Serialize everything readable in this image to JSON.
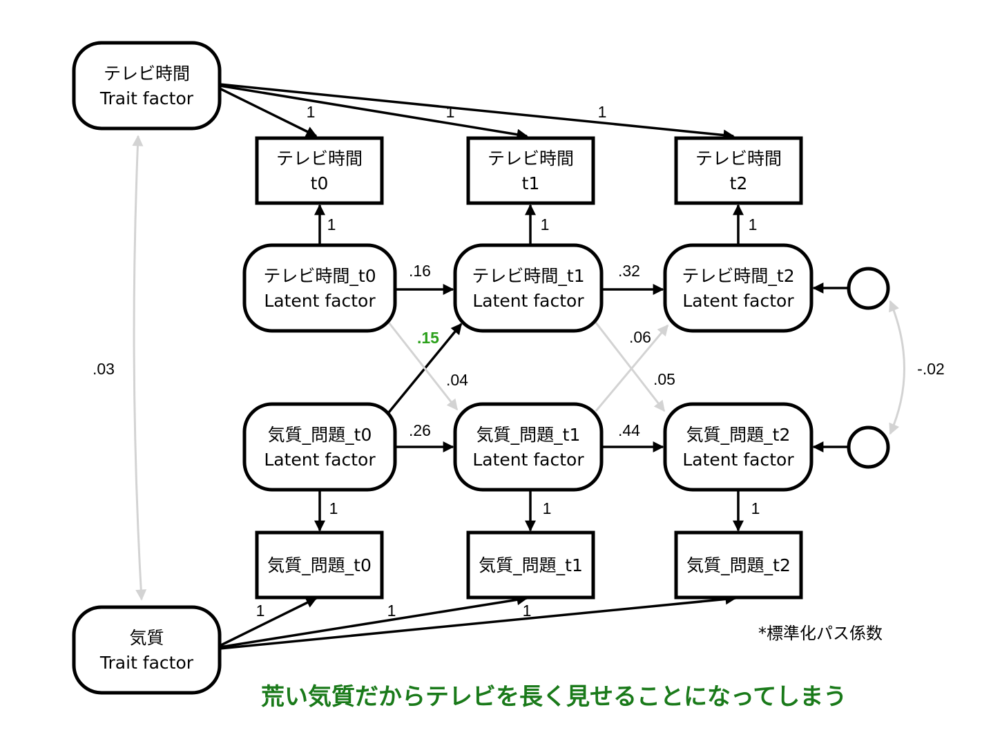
{
  "colors": {
    "edge_main": "#000000",
    "edge_faint": "#d3d3d3",
    "highlight_label": "#2aa01a",
    "caption": "#1a7a1a"
  },
  "nodes": {
    "tv_trait": {
      "lines": [
        "テレビ時間",
        "Trait factor"
      ],
      "shape": "rounded"
    },
    "temp_trait": {
      "lines": [
        "気質",
        "Trait factor"
      ],
      "shape": "rounded"
    },
    "tv_obs_t0": {
      "lines": [
        "テレビ時間",
        "t0"
      ],
      "shape": "rect"
    },
    "tv_obs_t1": {
      "lines": [
        "テレビ時間",
        "t1"
      ],
      "shape": "rect"
    },
    "tv_obs_t2": {
      "lines": [
        "テレビ時間",
        "t2"
      ],
      "shape": "rect"
    },
    "tv_lat_t0": {
      "lines": [
        "テレビ時間_t0",
        "Latent factor"
      ],
      "shape": "rounded"
    },
    "tv_lat_t1": {
      "lines": [
        "テレビ時間_t1",
        "Latent factor"
      ],
      "shape": "rounded"
    },
    "tv_lat_t2": {
      "lines": [
        "テレビ時間_t2",
        "Latent factor"
      ],
      "shape": "rounded"
    },
    "temp_lat_t0": {
      "lines": [
        "気質_問題_t0",
        "Latent factor"
      ],
      "shape": "rounded"
    },
    "temp_lat_t1": {
      "lines": [
        "気質_問題_t1",
        "Latent factor"
      ],
      "shape": "rounded"
    },
    "temp_lat_t2": {
      "lines": [
        "気質_問題_t2",
        "Latent factor"
      ],
      "shape": "rounded"
    },
    "temp_obs_t0": {
      "lines": [
        "気質_問題_t0"
      ],
      "shape": "rect"
    },
    "temp_obs_t1": {
      "lines": [
        "気質_問題_t1"
      ],
      "shape": "rect"
    },
    "temp_obs_t2": {
      "lines": [
        "気質_問題_t2"
      ],
      "shape": "rect"
    },
    "err_tv_t2": {
      "lines": [],
      "shape": "circle"
    },
    "err_temp_t2": {
      "lines": [],
      "shape": "circle"
    }
  },
  "edges": [
    {
      "from": "tv_trait",
      "to": "tv_obs_t0",
      "label": "1",
      "style": "main"
    },
    {
      "from": "tv_trait",
      "to": "tv_obs_t1",
      "label": "1",
      "style": "main"
    },
    {
      "from": "tv_trait",
      "to": "tv_obs_t2",
      "label": "1",
      "style": "main"
    },
    {
      "from": "tv_lat_t0",
      "to": "tv_obs_t0",
      "label": "1",
      "style": "main"
    },
    {
      "from": "tv_lat_t1",
      "to": "tv_obs_t1",
      "label": "1",
      "style": "main"
    },
    {
      "from": "tv_lat_t2",
      "to": "tv_obs_t2",
      "label": "1",
      "style": "main"
    },
    {
      "from": "tv_lat_t0",
      "to": "tv_lat_t1",
      "label": ".16",
      "style": "main"
    },
    {
      "from": "tv_lat_t1",
      "to": "tv_lat_t2",
      "label": ".32",
      "style": "main"
    },
    {
      "from": "temp_lat_t0",
      "to": "temp_lat_t1",
      "label": ".26",
      "style": "main"
    },
    {
      "from": "temp_lat_t1",
      "to": "temp_lat_t2",
      "label": ".44",
      "style": "main"
    },
    {
      "from": "temp_lat_t0",
      "to": "tv_lat_t1",
      "label": ".15",
      "style": "main",
      "highlight": true
    },
    {
      "from": "tv_lat_t0",
      "to": "temp_lat_t1",
      "label": ".04",
      "style": "faint"
    },
    {
      "from": "temp_lat_t1",
      "to": "tv_lat_t2",
      "label": ".06",
      "style": "faint"
    },
    {
      "from": "tv_lat_t1",
      "to": "temp_lat_t2",
      "label": ".05",
      "style": "faint"
    },
    {
      "from": "temp_lat_t0",
      "to": "temp_obs_t0",
      "label": "1",
      "style": "main"
    },
    {
      "from": "temp_lat_t1",
      "to": "temp_obs_t1",
      "label": "1",
      "style": "main"
    },
    {
      "from": "temp_lat_t2",
      "to": "temp_obs_t2",
      "label": "1",
      "style": "main"
    },
    {
      "from": "temp_trait",
      "to": "temp_obs_t0",
      "label": "1",
      "style": "main"
    },
    {
      "from": "temp_trait",
      "to": "temp_obs_t1",
      "label": "1",
      "style": "main"
    },
    {
      "from": "temp_trait",
      "to": "temp_obs_t2",
      "label": "1",
      "style": "main"
    },
    {
      "from": "err_tv_t2",
      "to": "tv_lat_t2",
      "label": "",
      "style": "main"
    },
    {
      "from": "err_temp_t2",
      "to": "temp_lat_t2",
      "label": "",
      "style": "main"
    }
  ],
  "covariances": [
    {
      "between": [
        "tv_trait",
        "temp_trait"
      ],
      "label": ".03",
      "style": "faint"
    },
    {
      "between": [
        "err_tv_t2",
        "err_temp_t2"
      ],
      "label": "-.02",
      "style": "faint"
    }
  ],
  "note": "*標準化パス係数",
  "caption": "荒い気質だからテレビを長く見せることになってしまう"
}
